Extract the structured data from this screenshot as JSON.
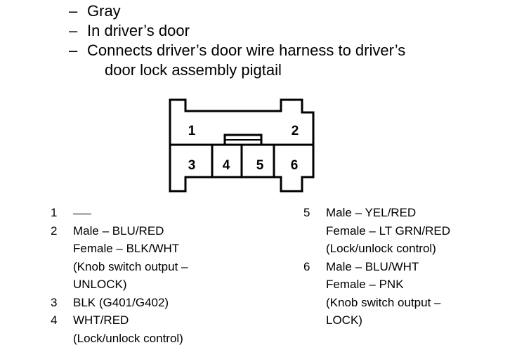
{
  "header_bullets": [
    {
      "dash": "–",
      "lines": [
        "Gray"
      ]
    },
    {
      "dash": "–",
      "lines": [
        "In driver’s door"
      ]
    },
    {
      "dash": "–",
      "lines": [
        "Connects driver’s door wire harness to driver’s",
        "door lock assembly pigtail"
      ]
    }
  ],
  "connector": {
    "cavity_labels": [
      "1",
      "2",
      "3",
      "4",
      "5",
      "6"
    ]
  },
  "pins_left": [
    {
      "number": "1",
      "lines": [],
      "no_connection": true
    },
    {
      "number": "2",
      "lines": [
        "Male – BLU/RED",
        "Female – BLK/WHT",
        "(Knob switch output –",
        "UNLOCK)"
      ]
    },
    {
      "number": "3",
      "lines": [
        "BLK (G401/G402)"
      ]
    },
    {
      "number": "4",
      "lines": [
        "WHT/RED",
        "(Lock/unlock control)"
      ]
    }
  ],
  "pins_right": [
    {
      "number": "5",
      "lines": [
        "Male – YEL/RED",
        "Female – LT GRN/RED",
        "(Lock/unlock control)"
      ]
    },
    {
      "number": "6",
      "lines": [
        "Male – BLU/WHT",
        "Female – PNK",
        "(Knob switch output –",
        "LOCK)"
      ]
    }
  ]
}
